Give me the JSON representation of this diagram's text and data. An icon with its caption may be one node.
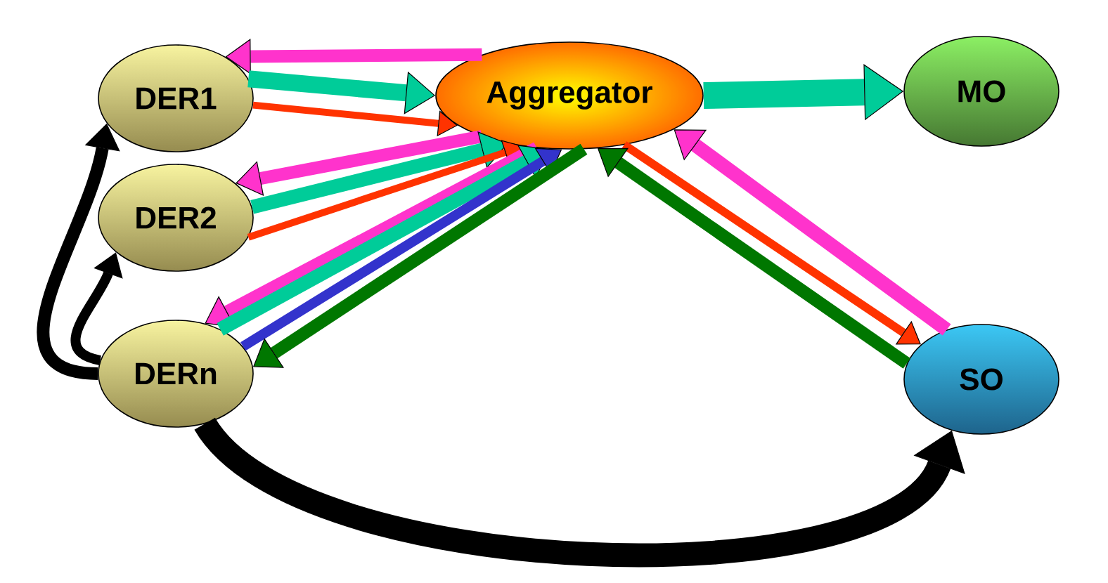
{
  "diagram": {
    "nodes": [
      {
        "text": [
          "DER1"
        ]
      },
      {
        "text": [
          "DER2"
        ]
      },
      {
        "text": [
          "DERn"
        ]
      },
      {
        "text": [
          "Aggregator"
        ]
      },
      {
        "text": [
          "MO"
        ]
      },
      {
        "text": [
          "SO"
        ]
      }
    ],
    "edges": [
      {
        "from": 3,
        "to": 0,
        "arrow": "to",
        "color": "#ff33cc"
      },
      {
        "from": 0,
        "to": 3,
        "arrow": "to",
        "color": "#00cc99"
      },
      {
        "from": 0,
        "to": 3,
        "arrow": "to",
        "color": "#ff3300"
      },
      {
        "from": 3,
        "to": 1,
        "arrow": "to",
        "color": "#ff33cc"
      },
      {
        "from": 1,
        "to": 3,
        "arrow": "to",
        "color": "#00cc99"
      },
      {
        "from": 1,
        "to": 3,
        "arrow": "to",
        "color": "#ff3300"
      },
      {
        "from": 3,
        "to": 2,
        "arrow": "to",
        "color": "#ff33cc"
      },
      {
        "from": 2,
        "to": 3,
        "arrow": "to",
        "color": "#00cc99"
      },
      {
        "from": 2,
        "to": 3,
        "arrow": "to",
        "color": "#3333cc"
      },
      {
        "from": 3,
        "to": 2,
        "arrow": "to",
        "color": "#007700"
      },
      {
        "from": 3,
        "to": 4,
        "arrow": "to",
        "style": "thick",
        "color": "#00cc99"
      },
      {
        "from": 5,
        "to": 3,
        "arrow": "to",
        "color": "#ff33cc"
      },
      {
        "from": 3,
        "to": 5,
        "arrow": "to",
        "color": "#ff3300"
      },
      {
        "from": 5,
        "to": 3,
        "arrow": "to",
        "color": "#007700"
      },
      {
        "from": 2,
        "to": 0,
        "arrow": "to",
        "color": "#000000"
      },
      {
        "from": 2,
        "to": 1,
        "arrow": "to",
        "color": "#000000"
      },
      {
        "from": 2,
        "to": 5,
        "arrow": "to",
        "style": "thick",
        "color": "#000000"
      }
    ]
  }
}
